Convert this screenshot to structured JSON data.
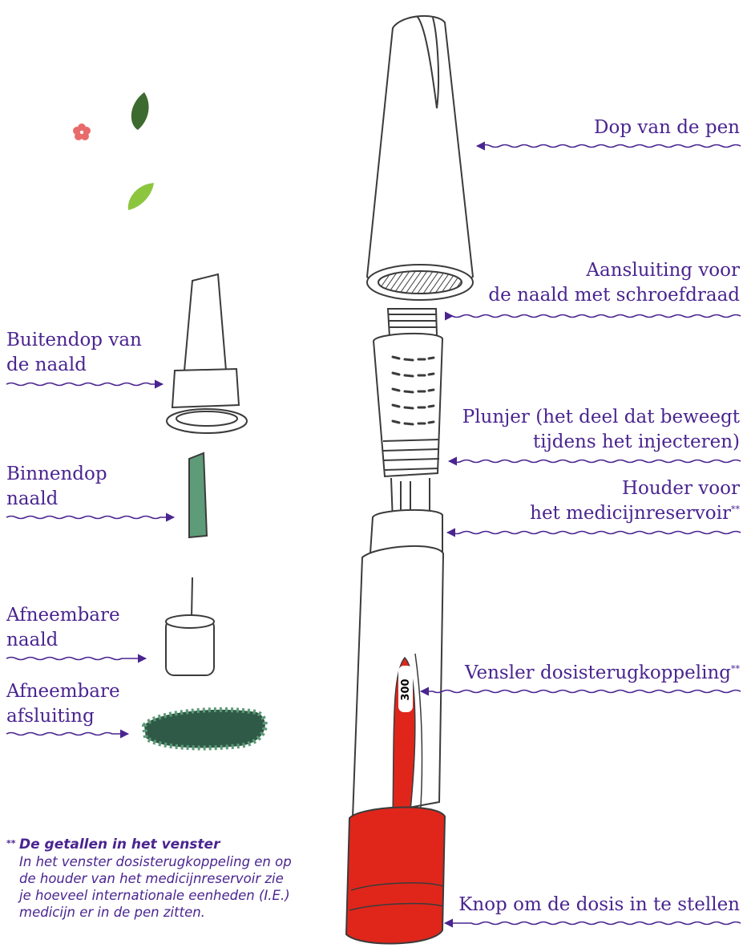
{
  "labels": {
    "pen_cap": "Dop van de pen",
    "needle_thread_line1": "Aansluiting voor",
    "needle_thread_line2": "de naald met schroefdraad",
    "plunger_line1": "Plunjer (het deel dat beweegt",
    "plunger_line2": "tijdens het injecteren)",
    "reservoir_holder_line1": "Houder voor",
    "reservoir_holder_line2": "het medicijnreservoir",
    "dose_window": "Vensler dosisterugkoppeling",
    "dose_button": "Knop om de dosis in te stellen",
    "outer_cap_line1": "Buitendop van",
    "outer_cap_line2": "de naald",
    "inner_cap_line1": "Binnendop",
    "inner_cap_line2": "naald",
    "needle_line1": "Afneembare",
    "needle_line2": "naald",
    "seal_line1": "Afneembare",
    "seal_line2": "afsluiting",
    "footnote_mark": "**"
  },
  "dose_display": "300",
  "footnote": {
    "stars": "**",
    "title": "De getallen in het venster",
    "body": "In het venster dosisterugkoppeling en op de houder van het medicijnreservoir zie je hoeveel internationale eenheden (I.E.) medicijn er in de pen zitten."
  },
  "colors": {
    "label": "#4a2590",
    "pen_red": "#e0261b",
    "needle_green": "#5e9b78",
    "leaf_dark": "#3d6a2e",
    "leaf_light": "#8cc63f",
    "flower": "#e96a6a"
  }
}
